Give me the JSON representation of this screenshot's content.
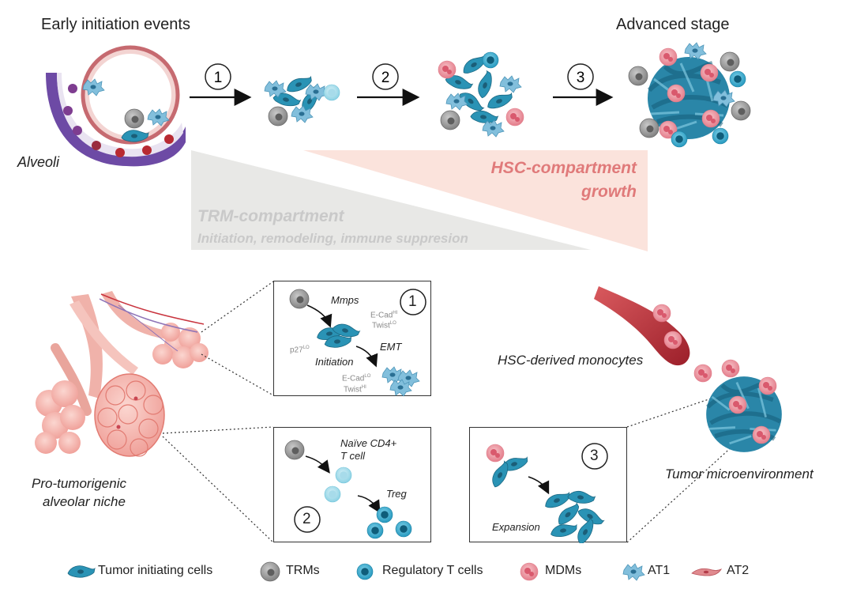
{
  "title_left": "Early initiation events",
  "title_right": "Advanced stage",
  "steps": {
    "one": "1",
    "two": "2",
    "three": "3"
  },
  "alveoli_label": "Alveoli",
  "hsc_compartment": {
    "line1": "HSC-compartment",
    "line2": "growth"
  },
  "trm_compartment": {
    "line1": "TRM-compartment",
    "line2": "Initiation, remodeling, immune suppresion"
  },
  "box1": {
    "number": "1",
    "mmps": "Mmps",
    "ecad_hi": "E-Cad",
    "ecad_hi_sup": "HI",
    "twist_lo": "Twist",
    "twist_lo_sup": "LO",
    "p27": "p27",
    "p27_sup": "LO",
    "emt": "EMT",
    "initiation": "Initiation",
    "ecad_lo": "E-Cad",
    "ecad_lo_sup": "LO",
    "twist_hi": "Twist",
    "twist_hi_sup": "HI"
  },
  "box2": {
    "number": "2",
    "naive_line1": "Naïve  CD4+",
    "naive_line2": "T cell",
    "treg": "Treg"
  },
  "box3": {
    "number": "3",
    "expansion": "Expansion"
  },
  "hsc_monocytes": "HSC-derived monocytes",
  "niche": {
    "line1": "Pro-tumorigenic",
    "line2": "alveolar niche"
  },
  "tumor_micro": "Tumor microenvironment",
  "legend": [
    {
      "label": "Tumor initiating cells",
      "icon": "tumor-cell-icon"
    },
    {
      "label": "TRMs",
      "icon": "trm-icon"
    },
    {
      "label": "Regulatory T cells",
      "icon": "treg-icon"
    },
    {
      "label": "MDMs",
      "icon": "mdm-icon"
    },
    {
      "label": "AT1",
      "icon": "at1-icon"
    },
    {
      "label": "AT2",
      "icon": "at2-icon"
    }
  ],
  "colors": {
    "tumor": "#2a93b5",
    "tumor_dark": "#1d6f8c",
    "trm": "#8f8f8f",
    "treg": "#2aa3c6",
    "mdm": "#e8838f",
    "blood": "#b82a32",
    "triangle_gray": "#e8e8e6",
    "triangle_red": "#fbe3dc"
  }
}
